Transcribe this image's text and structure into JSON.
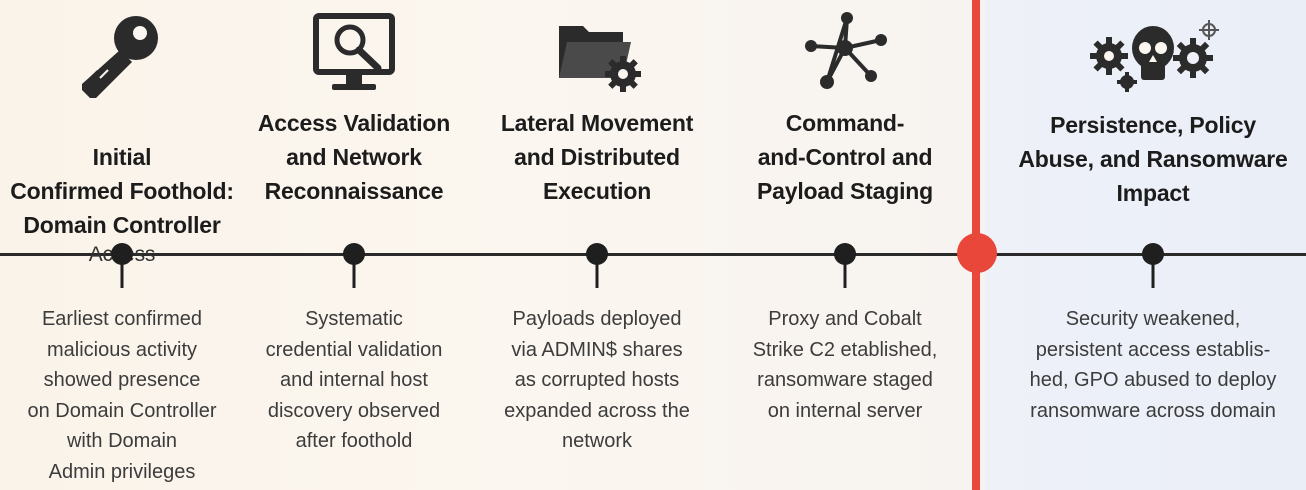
{
  "stages": [
    {
      "icon": "key-icon",
      "title": "Initial\nConfirmed Foothold:\nDomain Controller",
      "subtitle": "Access",
      "description": "Earliest confirmed\nmalicious activity\nshowed presence\non Domain Controller\nwith Domain\nAdmin privileges"
    },
    {
      "icon": "monitor-magnifier-icon",
      "title": "Access Validation\nand Network\nReconnaissance",
      "subtitle": "",
      "description": "Systematic\ncredential validation\nand internal host\ndiscovery observed\nafter foothold"
    },
    {
      "icon": "folder-gear-icon",
      "title": "Lateral Movement\nand Distributed\nExecution",
      "subtitle": "",
      "description": "Payloads deployed\nvia ADMIN$ shares\nas corrupted hosts\nexpanded across the\nnetwork"
    },
    {
      "icon": "network-nodes-icon",
      "title": "Command-\nand-Control and\nPayload Staging",
      "subtitle": "",
      "description": "Proxy and Cobalt\nStrike C2 etablished,\nransomware staged\non internal server"
    },
    {
      "icon": "skull-gears-icon",
      "title": "Persistence, Policy\nAbuse, and Ransomware\nImpact",
      "subtitle": "",
      "description": "Security weakened,\npersistent access establis-\nhed, GPO abused to deploy\nransomware across domain"
    }
  ],
  "colors": {
    "divider": "#e8473a",
    "icon": "#2b2b2b",
    "timeline": "#2a2a2a"
  }
}
